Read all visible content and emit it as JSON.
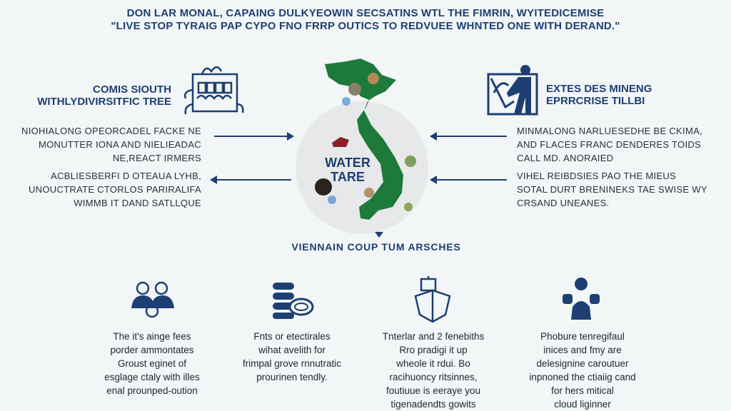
{
  "header": {
    "line1": "DON LAR MONAL, CAPAING DULKYEOWIN SECSATINS WTL THE FIMRIN, WYITEDICEMISE",
    "line2": "\"LIVE STOP TYRAIG PAP CYPO FNO FRRP OUTICS TO REDVUEE WHNTED ONE WITH DERAND.\""
  },
  "left": {
    "heading": [
      "COMIS SIOUTH",
      "WITHLYDIVIRSITFIC TREE"
    ],
    "para1": [
      "NIOHIALONG OPEORCADEL FACKE NE",
      "MONUTTER IONA AND NIELIEADAC",
      "NE,REACT IRMERS"
    ],
    "para2": [
      "ACBLIESBERFI D OTEAUA LYHB,",
      "UNOUCTRATE CTORLOS PARIRALIFA",
      "WIMMB IT DAND SATLLQUE"
    ]
  },
  "right": {
    "heading": [
      "EXTES DES MINENG",
      "EPRRCRISE TILLBI"
    ],
    "para1": [
      "MINMALONG NARLUESEDHE BE CKIMA,",
      "AND FLACES FRANC DENDERES TOIDS",
      "CALL MD. ANORAIED"
    ],
    "para2": [
      "VIHEL REIBDSIES PAO THE MIEUS",
      "SOTAL DURT BRENINEKS TAE SWISE WY",
      "CRSAND UNEANES."
    ]
  },
  "center": {
    "map_label": [
      "WATER",
      "TARE"
    ],
    "caption": "VIENNAIN COUP TUM ARSCHES",
    "map_color": "#1e7a3a"
  },
  "bottom": [
    {
      "icon": "people-group-icon",
      "lines": [
        "The it's ainge fees",
        "porder ammontates",
        "Groust eginet of",
        "esglage ctaly with illes",
        "enal prounped-oution"
      ]
    },
    {
      "icon": "coin-stack-icon",
      "lines": [
        "Fnts or etectirales",
        "wihat avelith for",
        "frimpal grove rnnutratic",
        "prourinen tendly."
      ]
    },
    {
      "icon": "ship-package-icon",
      "lines": [
        "Tnterlar and 2 fenebiths",
        "Rro pradigi it up",
        "wheole it rdui. Bo",
        "racihuoncy ritsinnes,",
        "foutiuue is eeraye you",
        "tigenadendts gowits"
      ]
    },
    {
      "icon": "worker-icon",
      "lines": [
        "Phobure tenregifaul",
        "inices and fmy are",
        "delesignine caroutuer",
        "inpnoned the ctiaiig cand",
        "for hers mitical",
        "cloud liginner"
      ]
    }
  ],
  "colors": {
    "navy": "#1d3f73",
    "green": "#1e7a3a",
    "background": "#f3f6f7"
  }
}
